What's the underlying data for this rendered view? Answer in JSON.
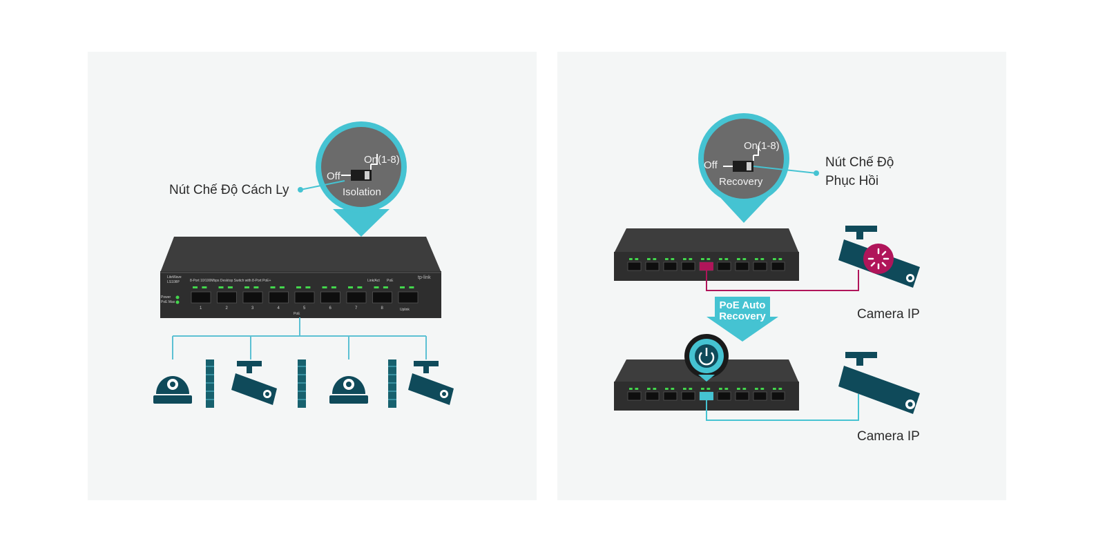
{
  "left_panel": {
    "callout_label": "Nút Chế Độ Cách Ly",
    "switch_on_label": "On(1-8)",
    "switch_off_label": "Off",
    "switch_mode_label": "Isolation",
    "device": {
      "brand": "tp-link",
      "series": "LiteWave",
      "model": "LS108P",
      "description": "8-Port 10/100Mbps Desktop Switch with 8-Port PoE+",
      "led_link_label": "Link/Act",
      "led_poe_label": "PoE",
      "power_label": "Power",
      "poe_max_label": "PoE Max",
      "port_numbers": [
        "1",
        "2",
        "3",
        "4",
        "5",
        "6",
        "7",
        "8"
      ],
      "uplink_label": "Uplink",
      "poe_group_label": "PoE"
    }
  },
  "right_panel": {
    "callout_label_line1": "Nút Chế Độ",
    "callout_label_line2": "Phục Hồi",
    "switch_on_label": "On(1-8)",
    "switch_off_label": "Off",
    "switch_mode_label": "Recovery",
    "arrow_label_line1": "PoE Auto",
    "arrow_label_line2": "Recovery",
    "camera_top_label": "Camera IP",
    "camera_bottom_label": "Camera IP"
  },
  "colors": {
    "accent_teal": "#45c3d2",
    "line_teal": "#5bc0d3",
    "icon_dark": "#0f4a5a",
    "error_red": "#b0155a",
    "panel_bg": "#f4f6f6"
  }
}
